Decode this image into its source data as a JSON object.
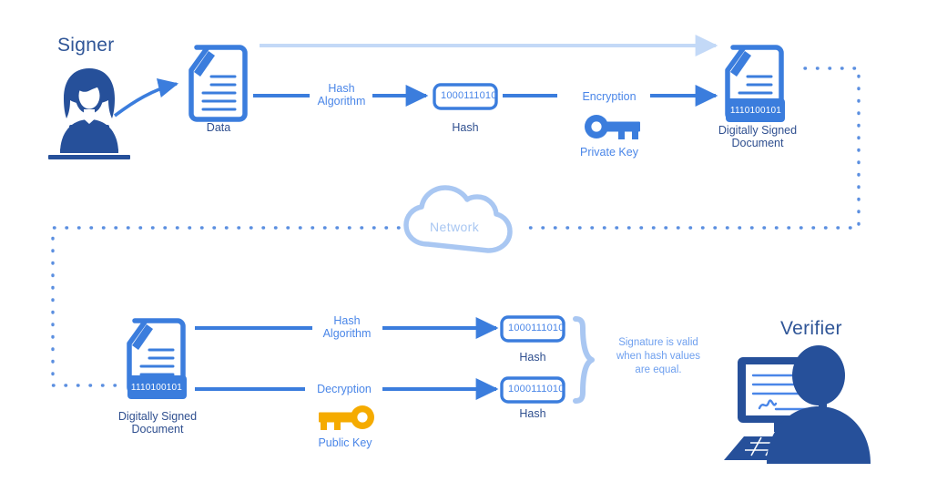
{
  "colors": {
    "navy": "#26509A",
    "blue": "#3b7ddd",
    "blue_mid": "#4a86e8",
    "blue_light": "#a9c7f2",
    "blue_pale": "#c3d9f7",
    "label_dark": "#2f4f8f",
    "title": "#2f5597",
    "orange": "#f5ab00",
    "white": "#ffffff",
    "sig_text": "#6fa0ef"
  },
  "top_flow": {
    "signer_title": "Signer",
    "signer_icon": "person-at-laptop-icon",
    "curved_arrow_icon": "curved-arrow-icon",
    "data_doc": {
      "icon": "document-with-pen-icon",
      "label": "Data"
    },
    "hash_algorithm_label": "Hash\nAlgorithm",
    "hash_box": {
      "value": "1000111010",
      "label": "Hash"
    },
    "encryption_label": "Encryption",
    "private_key": {
      "icon": "key-icon",
      "label": "Private Key"
    },
    "signed_doc": {
      "icon": "signed-document-icon",
      "banner_value": "1110100101",
      "label": "Digitally Signed\nDocument"
    }
  },
  "network": {
    "icon": "cloud-icon",
    "label": "Network"
  },
  "bottom_flow": {
    "signed_doc": {
      "icon": "signed-document-icon",
      "banner_value": "1110100101",
      "label": "Digitally Signed\nDocument"
    },
    "hash_algorithm_label": "Hash\nAlgorithm",
    "decryption_label": "Decryption",
    "public_key": {
      "icon": "key-icon",
      "label": "Public Key"
    },
    "hash_box_top": {
      "value": "1000111010",
      "label": "Hash"
    },
    "hash_box_bottom": {
      "value": "1000111010",
      "label": "Hash"
    },
    "brace_icon": "curly-brace-icon",
    "validity_note": "Signature is valid\nwhen hash values\nare equal.",
    "verifier_title": "Verifier",
    "verifier_icon": "person-at-monitor-icon"
  }
}
